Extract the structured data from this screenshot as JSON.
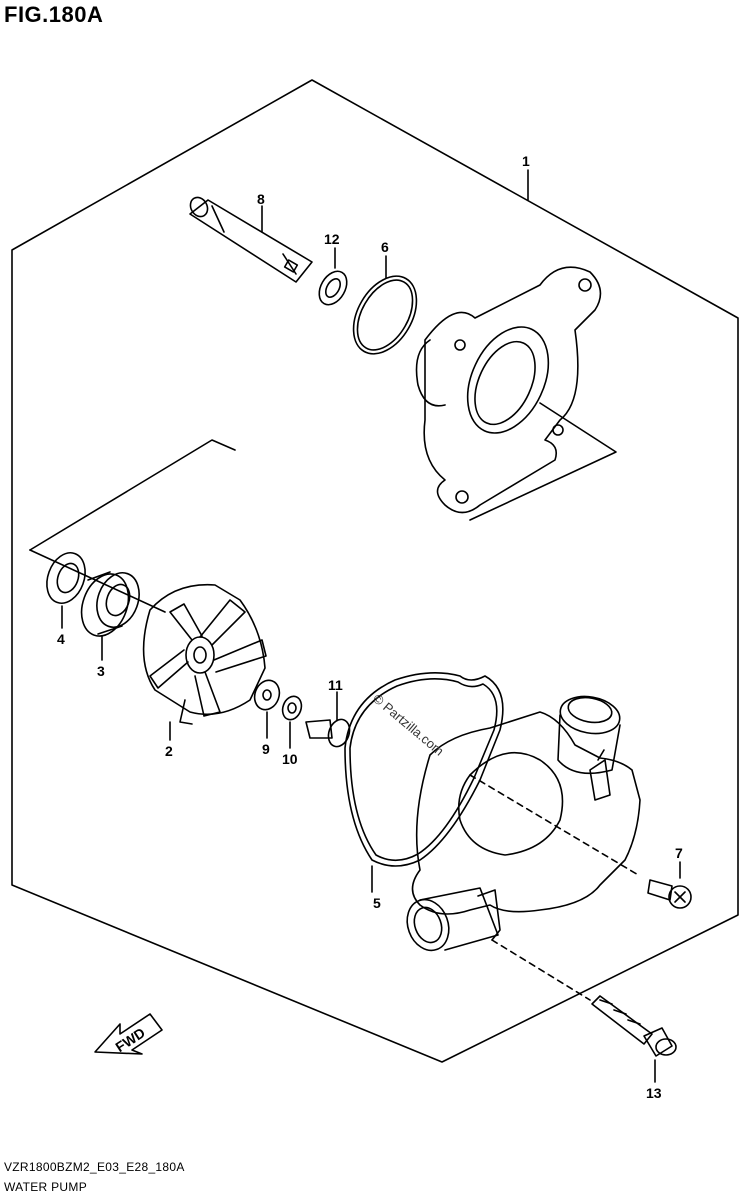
{
  "figure": {
    "title": "FIG.180A"
  },
  "callouts": {
    "p1": "1",
    "p2": "2",
    "p3": "3",
    "p4": "4",
    "p5": "5",
    "p6": "6",
    "p7": "7",
    "p8": "8",
    "p9": "9",
    "p10": "10",
    "p11": "11",
    "p12": "12",
    "p13": "13"
  },
  "watermark": "© Partzilla.com",
  "fwd_label": "FWD",
  "footer": {
    "code": "VZR1800BZM2_E03_E28_180A",
    "name": "WATER PUMP"
  }
}
